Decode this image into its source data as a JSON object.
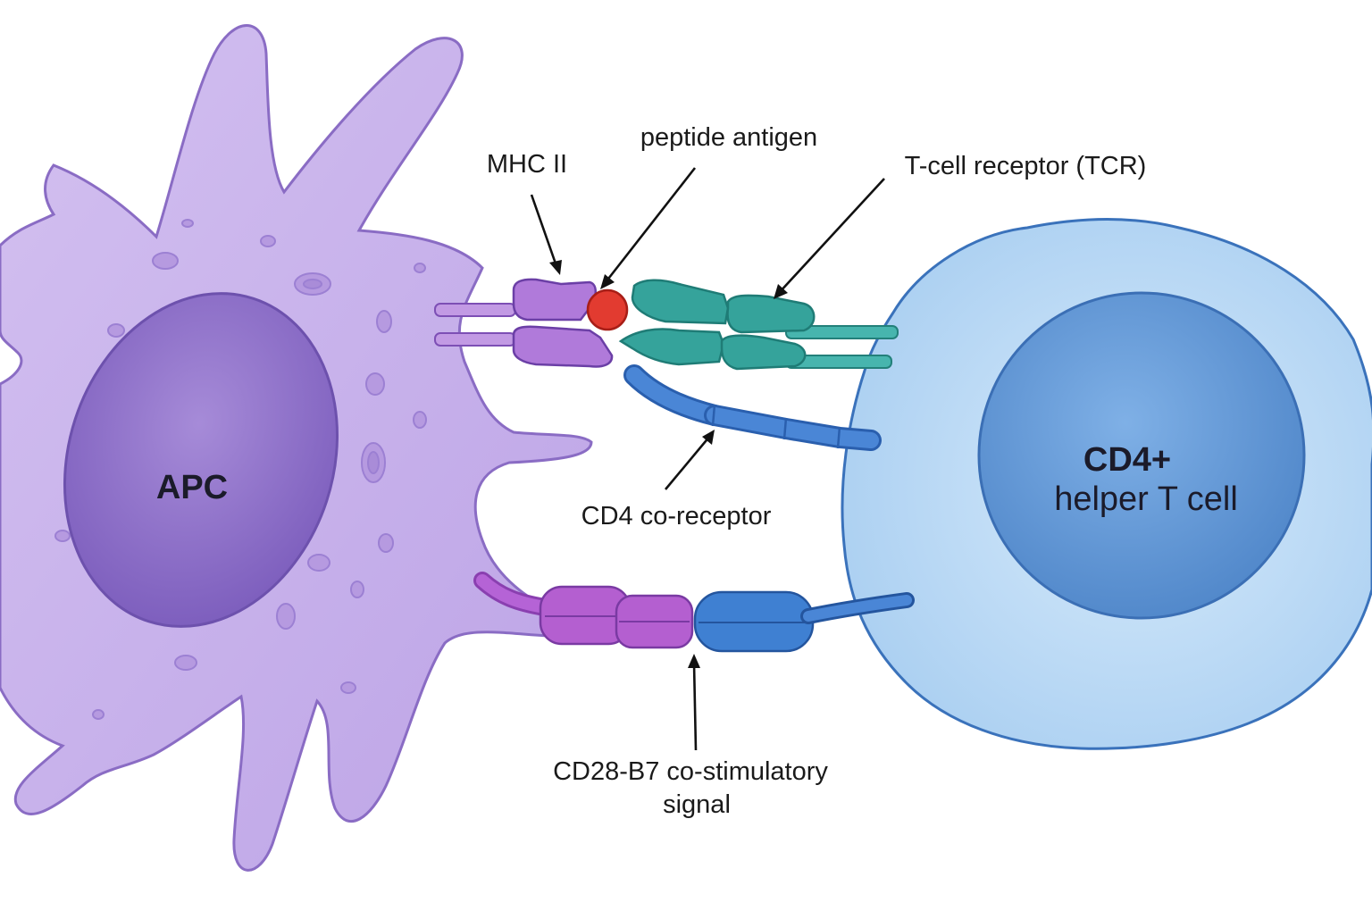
{
  "apc": {
    "label": "APC",
    "color": "#c7b1ea",
    "nucleus_color": "#8a6bc6",
    "outline": "#7d5fbf"
  },
  "tcell": {
    "label_line1": "CD4+",
    "label_line2": "helper T cell",
    "color": "#bcdcf6",
    "nucleus_color": "#5b93d4",
    "outline": "#2f67b3"
  },
  "labels": {
    "mhc": "MHC II",
    "peptide": "peptide antigen",
    "tcr": "T-cell receptor (TCR)",
    "cd4": "CD4 co-receptor",
    "costim_line1": "CD28-B7 co-stimulatory",
    "costim_line2": "signal"
  },
  "colors": {
    "mhc": "#a86ad6",
    "peptide": "#e03a2e",
    "tcr": "#2fa79e",
    "cd4": "#3e7fd0",
    "b7": "#b45fd0",
    "cd28": "#3f80d2"
  }
}
